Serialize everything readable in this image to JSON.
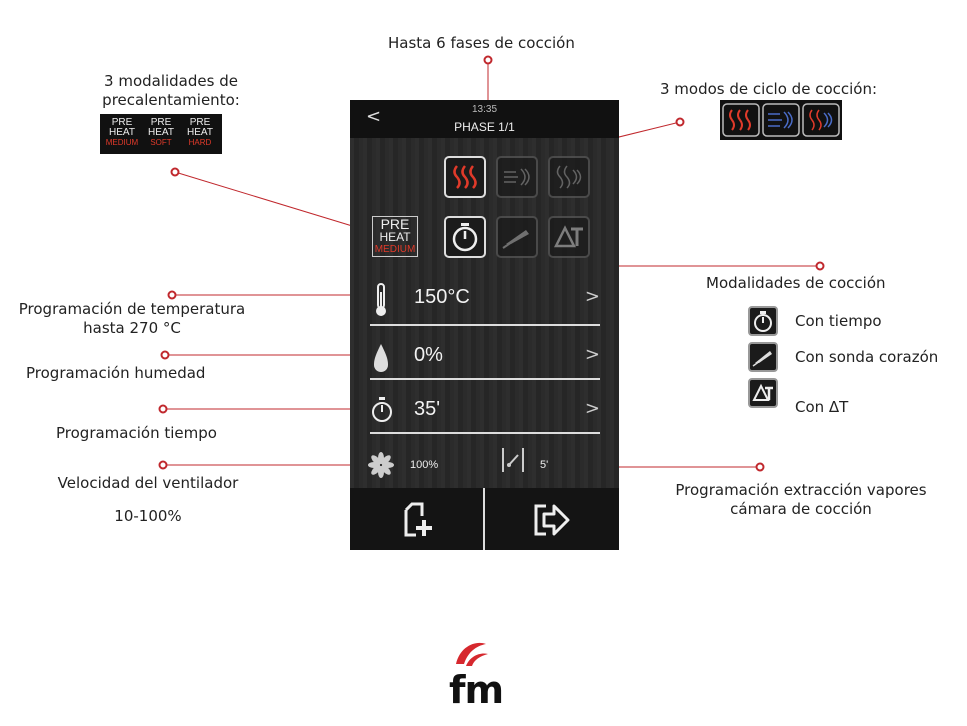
{
  "callouts": {
    "phases": "Hasta 6 fases de cocción",
    "preheat_line1": "3 modalidades de",
    "preheat_line2": "precalentamiento:",
    "cycle_modes": "3 modos de ciclo de cocción:",
    "cooking_modes": "Modalidades de cocción",
    "temp_line1": "Programación de temperatura",
    "temp_line2": "hasta 270 °C",
    "humidity": "Programación humedad",
    "time": "Programación tiempo",
    "fan_line1": "Velocidad del ventilador",
    "fan_line2": "10-100%",
    "vapor_line1": "Programación extracción vapores",
    "vapor_line2": "cámara de cocción"
  },
  "cooking_modes_legend": [
    {
      "icon": "timer-icon",
      "label": "Con tiempo"
    },
    {
      "icon": "core-probe-icon",
      "label": "Con sonda corazón"
    },
    {
      "icon": "delta-t-icon",
      "label": "Con ΔT"
    }
  ],
  "preheat_options": [
    {
      "l1": "PRE",
      "l2": "HEAT",
      "l3": "MEDIUM"
    },
    {
      "l1": "PRE",
      "l2": "HEAT",
      "l3": "SOFT"
    },
    {
      "l1": "PRE",
      "l2": "HEAT",
      "l3": "HARD"
    }
  ],
  "device": {
    "time": "13:35",
    "phase": "PHASE 1/1",
    "back": "<",
    "preheat": {
      "l1": "PRE",
      "l2": "HEAT",
      "l3": "MEDIUM"
    },
    "temperature": "150°C",
    "humidity": "0%",
    "duration": "35'",
    "fan_speed": "100%",
    "vent": "5'",
    "chevron": ">"
  },
  "colors": {
    "accent": "#e03a2a",
    "panel": "#2a2a2a",
    "blue": "#4a6cc8"
  },
  "logo": "fm"
}
